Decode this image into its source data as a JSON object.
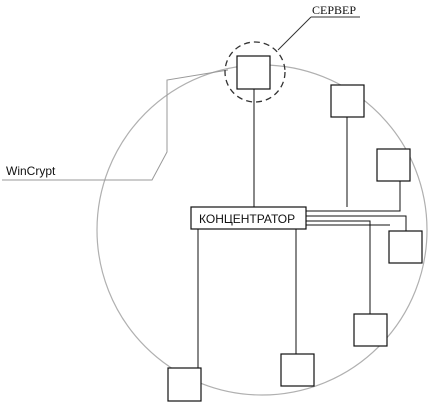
{
  "labels": {
    "server": "СЕРВЕР",
    "hub": "КОНЦЕНТРАТОР",
    "wincrypt": "WinCrypt"
  },
  "colors": {
    "ring": "#a8a8a8",
    "lines": "#111111",
    "server_highlight": "#333333"
  }
}
